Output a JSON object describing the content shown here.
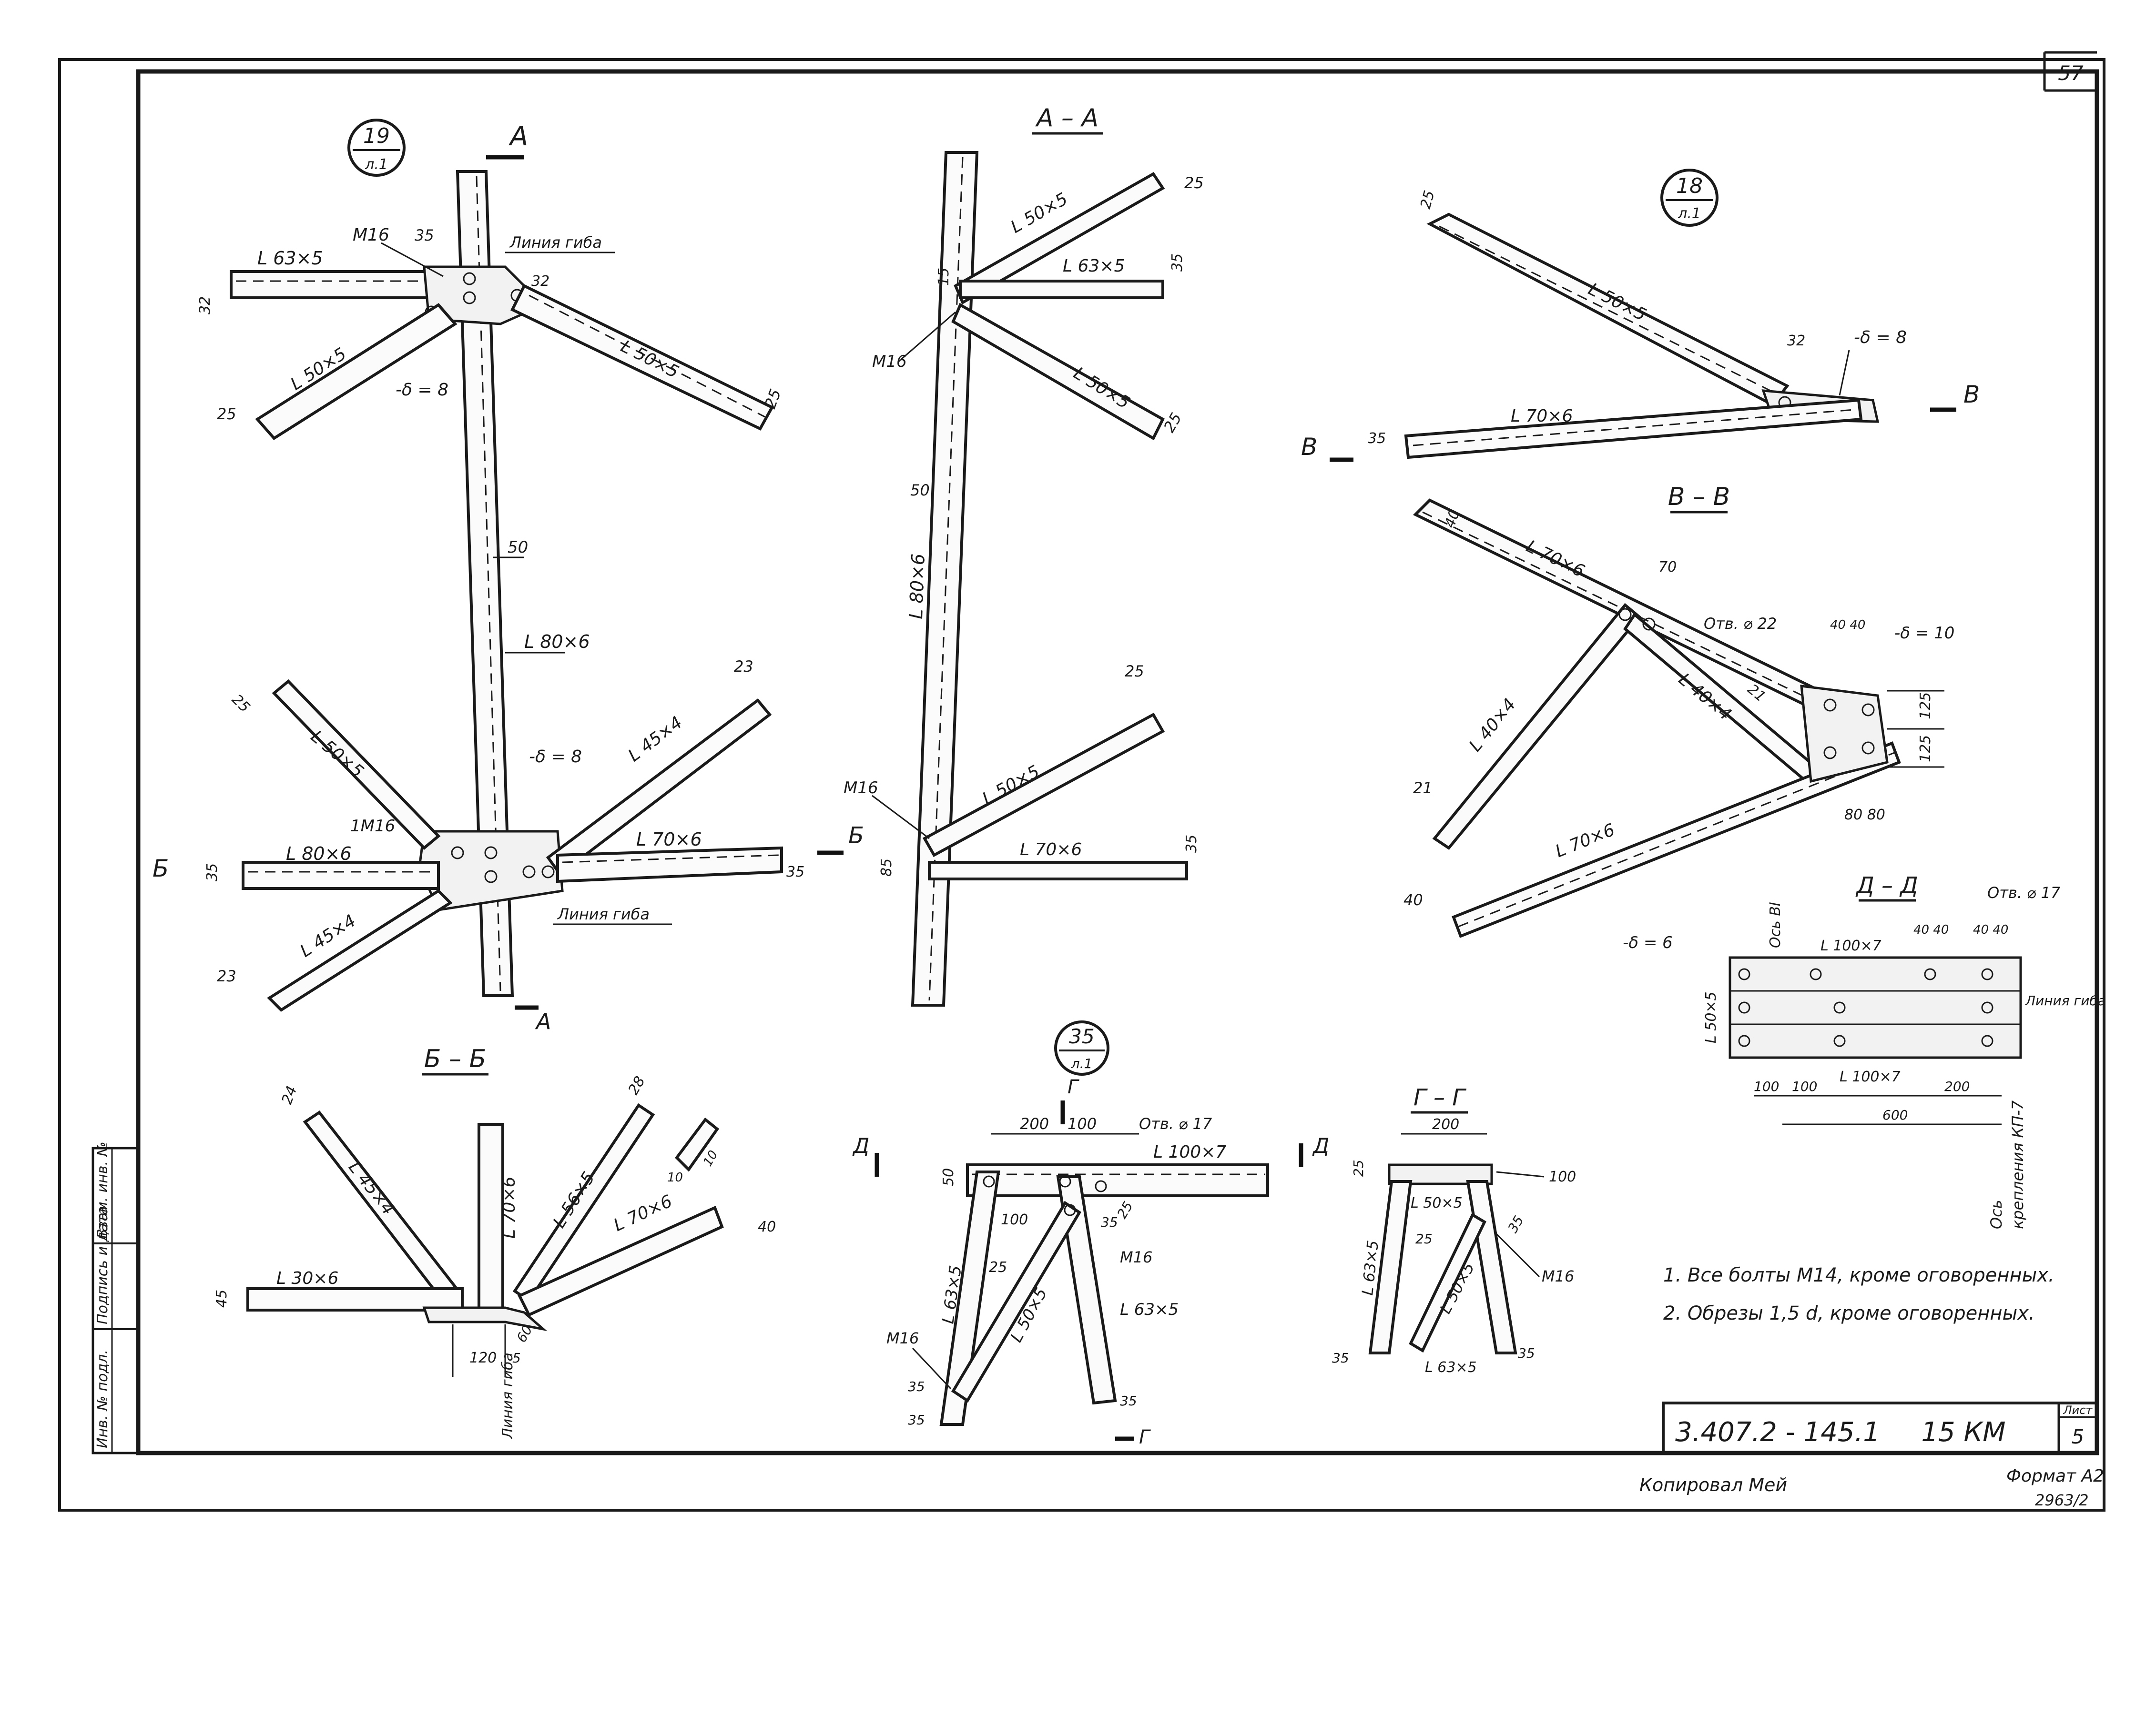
{
  "sheet": {
    "page_number": "57",
    "list_label": "Лист",
    "list_no": "5",
    "designation": "3.407.2 - 145.1",
    "mark": "15 КМ",
    "copied": "Копировал Мей",
    "format": "Формат А2",
    "archive": "2963/2"
  },
  "side_stamp": [
    "Инв. № подл.",
    "Подпись и дата",
    "Взам. инв. №"
  ],
  "notes": [
    "1. Все болты М14, кроме оговоренных.",
    "2. Обрезы 1,5 d, кроме оговоренных."
  ],
  "node19": {
    "num": "19",
    "ref": "л.1",
    "cut": "А",
    "labels": {
      "l63": "L 63×5",
      "m16": "М16",
      "d35": "35",
      "bend": "Линия гиба",
      "d32a": "32",
      "d32b": "32",
      "l50a": "L 50×5",
      "l50b": "L 50×5",
      "plate": "-δ = 8",
      "d25a": "25",
      "d25b": "25"
    }
  },
  "node19b": {
    "labels": {
      "d50": "50",
      "l80": "L 80×6",
      "d25": "25",
      "l50": "L 50×5",
      "plate": "-δ = 8",
      "l45a": "L 45×4",
      "d23a": "23",
      "m16": "1М16",
      "l80h": "L 80×6",
      "l70": "L 70×6",
      "cut": "Б",
      "d35a": "35",
      "d35b": "35",
      "l45b": "L 45×4",
      "d23b": "23",
      "bend": "Линия гиба",
      "cutA": "А"
    }
  },
  "secAA": {
    "title": "А – А",
    "labels": {
      "l50a": "L 50×5",
      "d25a": "25",
      "d15": "15",
      "l63": "L 63×5",
      "d35a": "35",
      "m16a": "М16",
      "l50b": "L 50×5",
      "d25b": "25",
      "d50": "50",
      "l80": "L 80×6",
      "d25c": "25",
      "m16b": "М16",
      "l50c": "L 50×5",
      "d85": "85",
      "l70": "L 70×6",
      "d35b": "35",
      "cut": "Б"
    }
  },
  "node18": {
    "num": "18",
    "ref": "л.1",
    "labels": {
      "d25": "25",
      "l50": "L 50×5",
      "d32": "32",
      "plate": "-δ = 8",
      "cut": "В",
      "d35": "35",
      "l70": "L 70×6"
    }
  },
  "secVV": {
    "title": "В – В",
    "labels": {
      "d40a": "40",
      "l70a": "L 70×6",
      "d70": "70",
      "hole": "Отв. ⌀ 22",
      "d4040": "40 40",
      "plate": "-δ = 10",
      "l40a": "L 40×4",
      "l40b": "L 40×4",
      "d21a": "21",
      "d21b": "21",
      "d125a": "125",
      "d125b": "125",
      "d8080": "80 80",
      "l70b": "L 70×6",
      "d40b": "40"
    }
  },
  "secDD": {
    "title": "Д – Д",
    "labels": {
      "hole": "Отв. ⌀ 17",
      "plate": "-δ = 6",
      "axis": "Ось ВI",
      "l100a": "L 100×7",
      "d4040a": "40 40",
      "d4040b": "40 40",
      "bend": "Линия гиба",
      "l50": "L 50×5",
      "l100b": "L 100×7",
      "d100a": "100",
      "d100b": "100",
      "d200": "200",
      "d600": "600",
      "axis2a": "Ось",
      "axis2b": "крепления КП-7"
    }
  },
  "secBB": {
    "title": "Б – Б",
    "labels": {
      "d24": "24",
      "l45": "L 45×4",
      "l70v": "L 70×6",
      "l56": "L 56×5",
      "d28": "28",
      "d10a": "10",
      "d10b": "10",
      "l70": "L 70×6",
      "d40": "40",
      "l30": "L 30×6",
      "d45": "45",
      "d60": "60",
      "d120": "120",
      "d5": "5",
      "bend": "Линия гиба"
    }
  },
  "node35": {
    "num": "35",
    "ref": "л.1",
    "labels": {
      "cutG": "Г",
      "d200": "200",
      "d100": "100",
      "hole": "Отв. ⌀ 17",
      "l100": "L 100×7",
      "cutD1": "Д",
      "cutD2": "Д",
      "d50": "50",
      "d100b": "100",
      "d35a": "35",
      "d25a": "25",
      "m16a": "М16",
      "l63a": "L 63×5",
      "d25b": "25",
      "l50": "L 50×5",
      "l63b": "L 63×5",
      "m16b": "М16",
      "d35b": "35",
      "d35c": "35",
      "d35d": "35",
      "cutG2": "Г"
    }
  },
  "secGG": {
    "title": "Г – Г",
    "labels": {
      "d200": "200",
      "d25": "25",
      "d100": "100",
      "l50": "L 50×5",
      "d35a": "35",
      "l63a": "L 63×5",
      "d25b": "25",
      "m16": "М16",
      "l50b": "L 50×5",
      "d35b": "35",
      "l63b": "L 63×5",
      "d35c": "35"
    }
  }
}
